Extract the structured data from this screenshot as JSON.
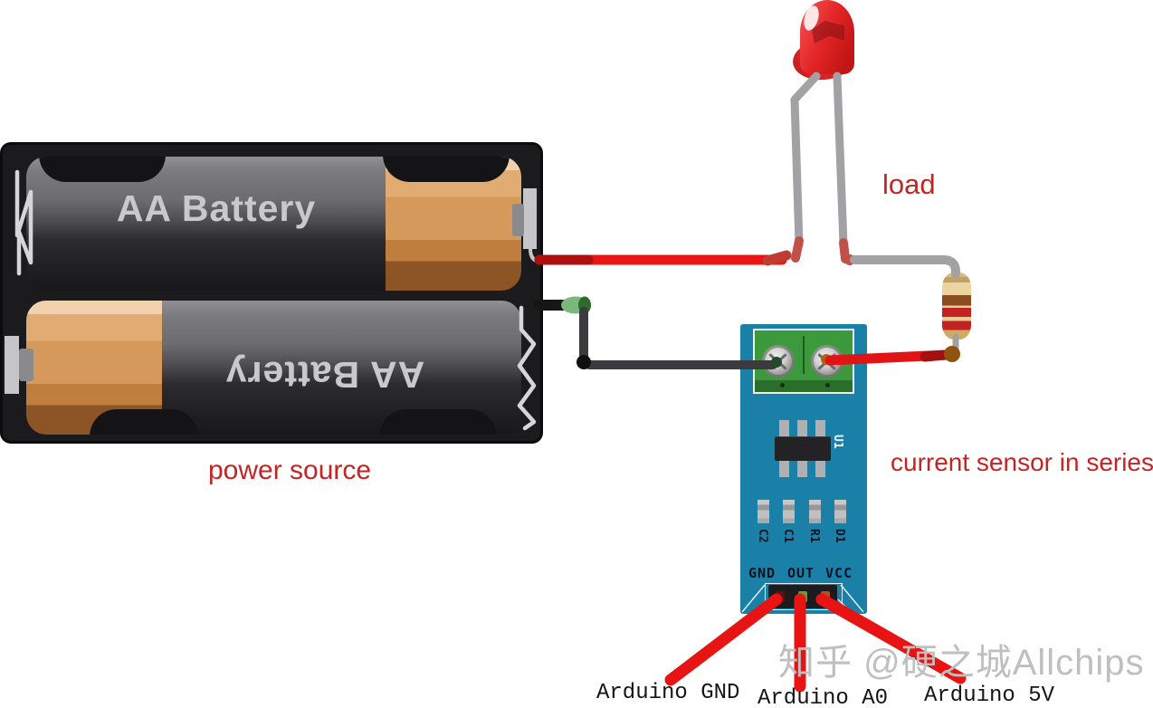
{
  "annotations": {
    "load": "load",
    "power_source": "power source",
    "current_sensor": "current sensor in series"
  },
  "battery_holder": {
    "top_battery_label": "AA Battery",
    "bottom_battery_label": "AA Battery"
  },
  "sensor_module": {
    "ic_label": "U1",
    "component_labels": [
      "C2",
      "C1",
      "R1",
      "D1"
    ],
    "pin_labels": [
      "GND",
      "OUT",
      "VCC"
    ]
  },
  "arduino_connections": {
    "gnd": "Arduino GND",
    "a0": "Arduino A0",
    "v5": "Arduino 5V"
  },
  "resistor": {
    "bands": [
      "brown",
      "red",
      "red"
    ]
  },
  "watermark": "知乎 @硬之城Allchips",
  "colors": {
    "annotation_red": "#c32525",
    "wire_red": "#e81515",
    "wire_black": "#161616",
    "wire_gray": "#a2a2a4",
    "pcb_teal": "#1a80a8",
    "terminal_green": "#3c9a3c",
    "led_red": "#e22525",
    "resistor_body": "#e6cd96",
    "battery_copper": "#d6995c",
    "watermark_gray": "#bfbfbf"
  }
}
